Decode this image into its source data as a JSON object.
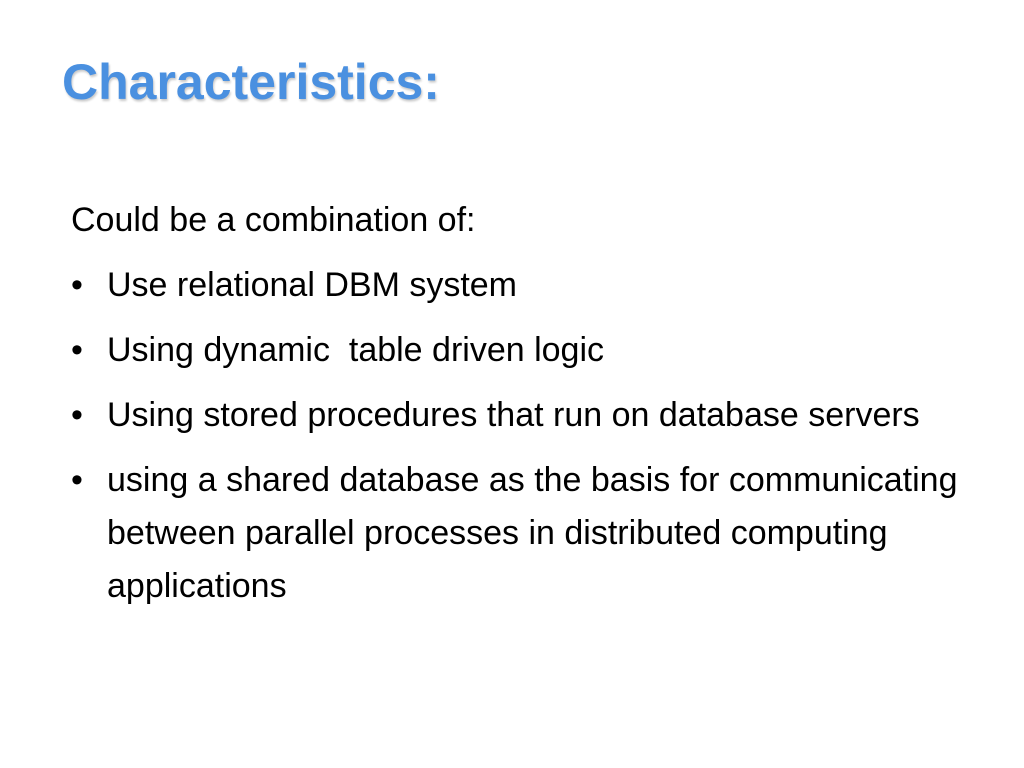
{
  "slide": {
    "title": "Characteristics:",
    "intro": "Could be a combination of:",
    "bullet_symbol": "•",
    "bullets": [
      "Use relational DBM system",
      "Using dynamic  table driven logic",
      "Using stored procedures that run on database servers",
      "using a shared database as the basis for communicating between parallel processes in distributed computing applications"
    ]
  },
  "colors": {
    "title": "#4a90e0",
    "text": "#000000",
    "background": "#ffffff"
  }
}
